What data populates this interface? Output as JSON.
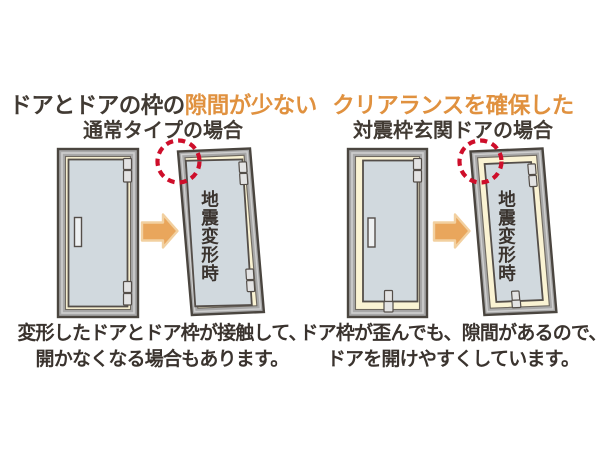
{
  "colors": {
    "accent_orange": "#E0913F",
    "text_dark": "#413A33",
    "frame_gray": "#A8A8A8",
    "frame_outline": "#4A453F",
    "clearance_cream": "#FAF3D3",
    "panel_blue_gray": "#D1D9DE",
    "arrow_orange": "#E9A65C",
    "highlight_red": "#CE0E2A"
  },
  "left_panel": {
    "title_prefix": "ドアとドアの枠の",
    "title_highlight": "隙間が少ない",
    "subtitle": "通常タイプの場合",
    "door_label": "地震変形時",
    "caption_line1": "変形したドアとドア枠が接触して、",
    "caption_line2": "開かなくなる場合もあります。"
  },
  "right_panel": {
    "title_highlight": "クリアランスを確保した",
    "subtitle": "対震枠玄関ドアの場合",
    "door_label": "地震変形時",
    "caption_line1": "ドア枠が歪んでも、隙間があるので、",
    "caption_line2": "ドアを開けやすくしています。"
  }
}
